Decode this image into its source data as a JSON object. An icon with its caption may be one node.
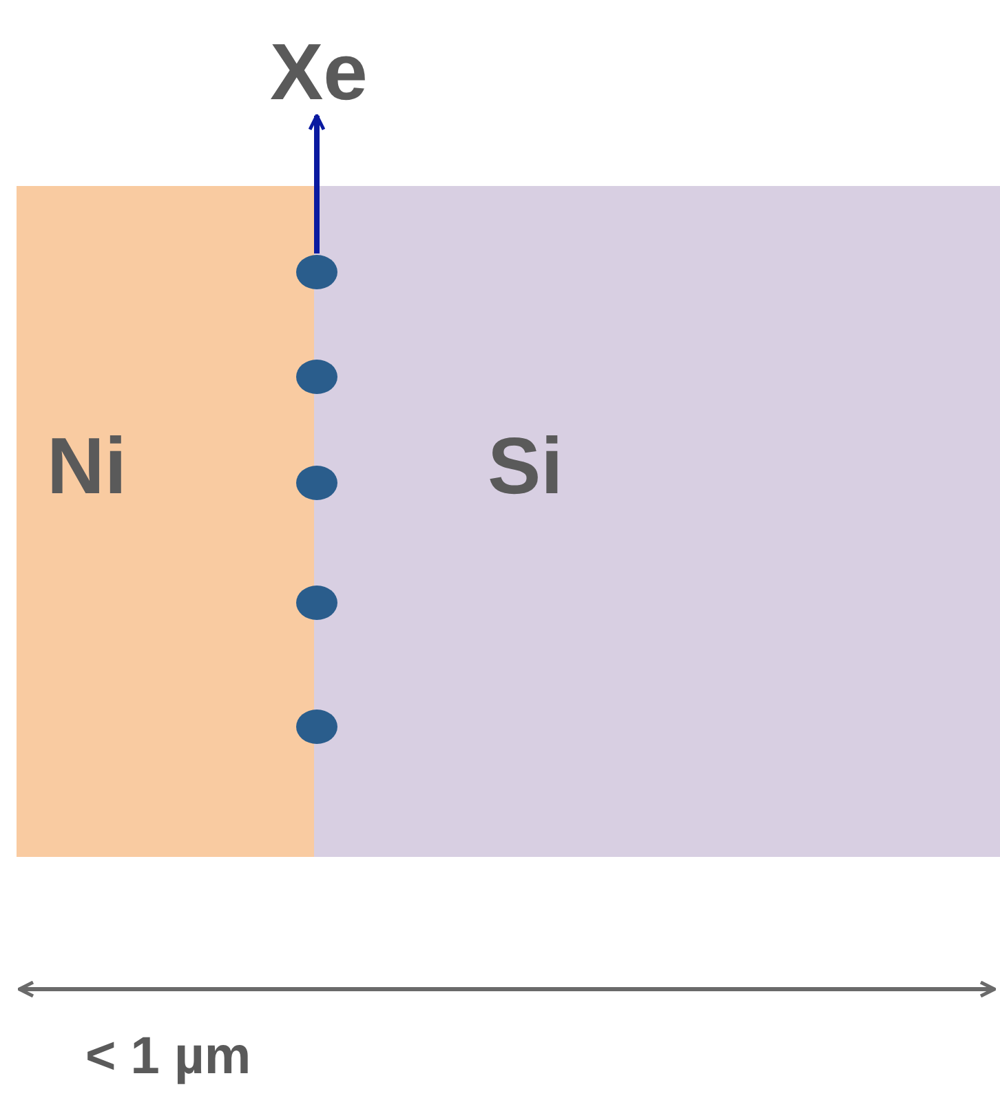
{
  "diagram": {
    "nodes": [
      {
        "text": [
          "Xe"
        ]
      },
      {
        "text": [
          "Ni"
        ]
      },
      {
        "text": [
          "Si"
        ]
      },
      {
        "text": [],
        "shape": "circle"
      },
      {
        "text": [],
        "shape": "circle"
      },
      {
        "text": [],
        "shape": "circle"
      },
      {
        "text": [],
        "shape": "circle"
      },
      {
        "text": [],
        "shape": "circle"
      }
    ],
    "edges": [
      {
        "from": 3,
        "to": 0,
        "arrow": "to"
      }
    ],
    "labels": [
      "< 1 µm"
    ]
  }
}
